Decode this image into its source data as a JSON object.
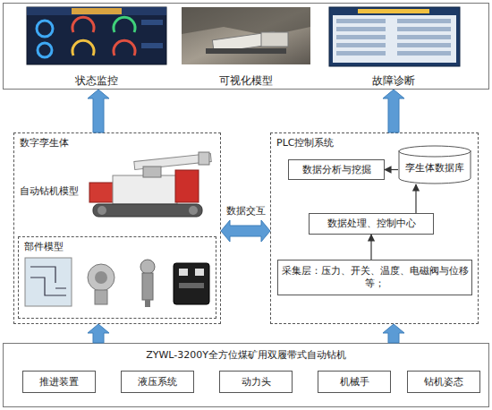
{
  "diagram": {
    "nodes": [
      {
        "text": []
      },
      {
        "text": [
          "状态监控"
        ],
        "in": 0
      },
      {
        "text": [
          "可视化模型"
        ],
        "in": 0
      },
      {
        "text": [
          "故障诊断"
        ],
        "in": 0
      },
      {
        "text": [
          "数字孪生体"
        ]
      },
      {
        "text": [
          "部件模型"
        ],
        "in": 4
      },
      {
        "text": [
          "PLC控制系统"
        ]
      },
      {
        "text": [
          "数据分析与挖掘"
        ],
        "in": 6
      },
      {
        "text": [
          "孪生体数据库"
        ],
        "in": 6
      },
      {
        "text": [
          "数据处理、控制中心"
        ],
        "in": 6
      },
      {
        "text": [
          "采集层：压力、开关、温度、电磁阀与位移等；"
        ],
        "in": 6
      },
      {
        "text": [
          "ZYWL-3200Y全方位煤矿用双履带式自动钻机"
        ]
      },
      {
        "text": [
          "推进装置"
        ],
        "in": 11
      },
      {
        "text": [
          "液压系统"
        ],
        "in": 11
      },
      {
        "text": [
          "动力头"
        ],
        "in": 11
      },
      {
        "text": [
          "机械手"
        ],
        "in": 11
      },
      {
        "text": [
          "钻机姿态"
        ],
        "in": 11
      }
    ],
    "edges": [
      {
        "from": 8,
        "to": 7,
        "arrow": "to"
      },
      {
        "from": 9,
        "to": 8,
        "arrow": "to"
      },
      {
        "from": 10,
        "to": 9,
        "arrow": "to"
      },
      {
        "from": 4,
        "to": 6,
        "label": "数据交互",
        "arrow": "both"
      },
      {
        "from": 11,
        "to": 4,
        "arrow": "to"
      },
      {
        "from": 11,
        "to": 6,
        "arrow": "to"
      },
      {
        "from": 4,
        "to": 0,
        "arrow": "to"
      },
      {
        "from": 6,
        "to": 0,
        "arrow": "to"
      }
    ],
    "labels": [
      "自动钻机模型"
    ]
  }
}
